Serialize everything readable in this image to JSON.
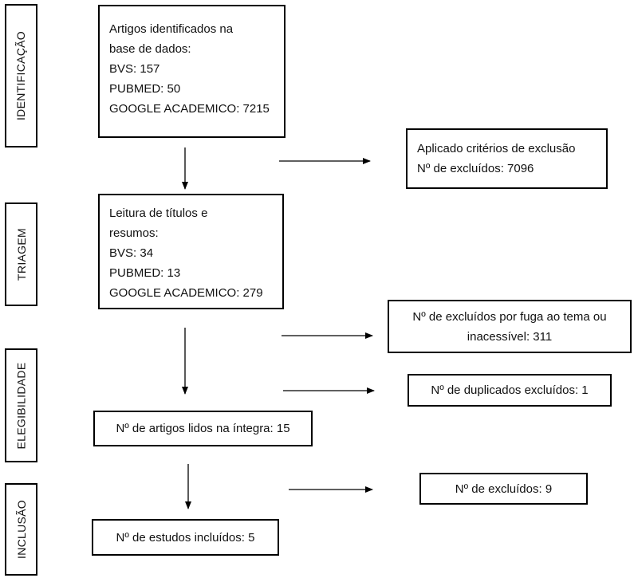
{
  "stages": {
    "identificacao": "IDENTIFICAÇÃO",
    "triagem": "TRIAGEM",
    "elegibilidade": "ELEGIBILIDADE",
    "inclusao": "INCLUSÃO"
  },
  "boxes": {
    "identified": {
      "lines": [
        "Artigos identificados na",
        "base de dados:",
        "BVS: 157",
        "PUBMED: 50",
        "GOOGLE ACADEMICO: 7215"
      ]
    },
    "exclusion_criteria": {
      "lines": [
        "Aplicado critérios de exclusão",
        "Nº de excluídos: 7096"
      ]
    },
    "screening": {
      "lines": [
        "Leitura de títulos e",
        "resumos:",
        "BVS: 34",
        "PUBMED: 13",
        "GOOGLE ACADEMICO: 279"
      ]
    },
    "off_topic": {
      "lines": [
        "Nº de excluídos por fuga ao tema ou",
        "inacessível: 311"
      ]
    },
    "duplicates": {
      "lines": [
        "Nº de duplicados excluídos: 1"
      ]
    },
    "full_text": {
      "lines": [
        "Nº de artigos lidos na íntegra: 15"
      ]
    },
    "excluded_final": {
      "lines": [
        "Nº de excluídos: 9"
      ]
    },
    "included": {
      "lines": [
        "Nº de estudos incluídos: 5"
      ]
    }
  }
}
